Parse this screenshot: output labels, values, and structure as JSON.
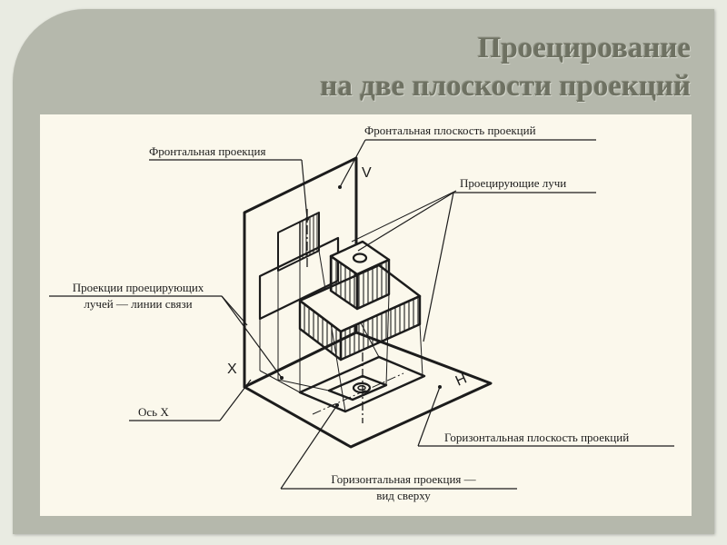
{
  "slide": {
    "title_line1": "Проецирование",
    "title_line2": "на две плоскости проекций"
  },
  "diagram": {
    "labels": {
      "frontal_plane": "Фронтальная плоскость проекций",
      "frontal_projection": "Фронтальная проекция",
      "projecting_rays": "Проецирующие лучи",
      "ray_projections_line1": "Проекции проецирующих",
      "ray_projections_line2": "лучей — линии связи",
      "axis_x_caption": "Ось X",
      "horizontal_plane": "Горизонтальная плоскость проекций",
      "horizontal_projection_line1": "Горизонтальная проекция —",
      "horizontal_projection_line2": "вид сверху"
    },
    "plane_letters": {
      "v": "V",
      "h": "H",
      "x": "X"
    },
    "colors": {
      "frame": "#b5b8ac",
      "title": "#6e7162",
      "paper": "#fbf8ec",
      "ink": "#1c1c1c"
    }
  }
}
